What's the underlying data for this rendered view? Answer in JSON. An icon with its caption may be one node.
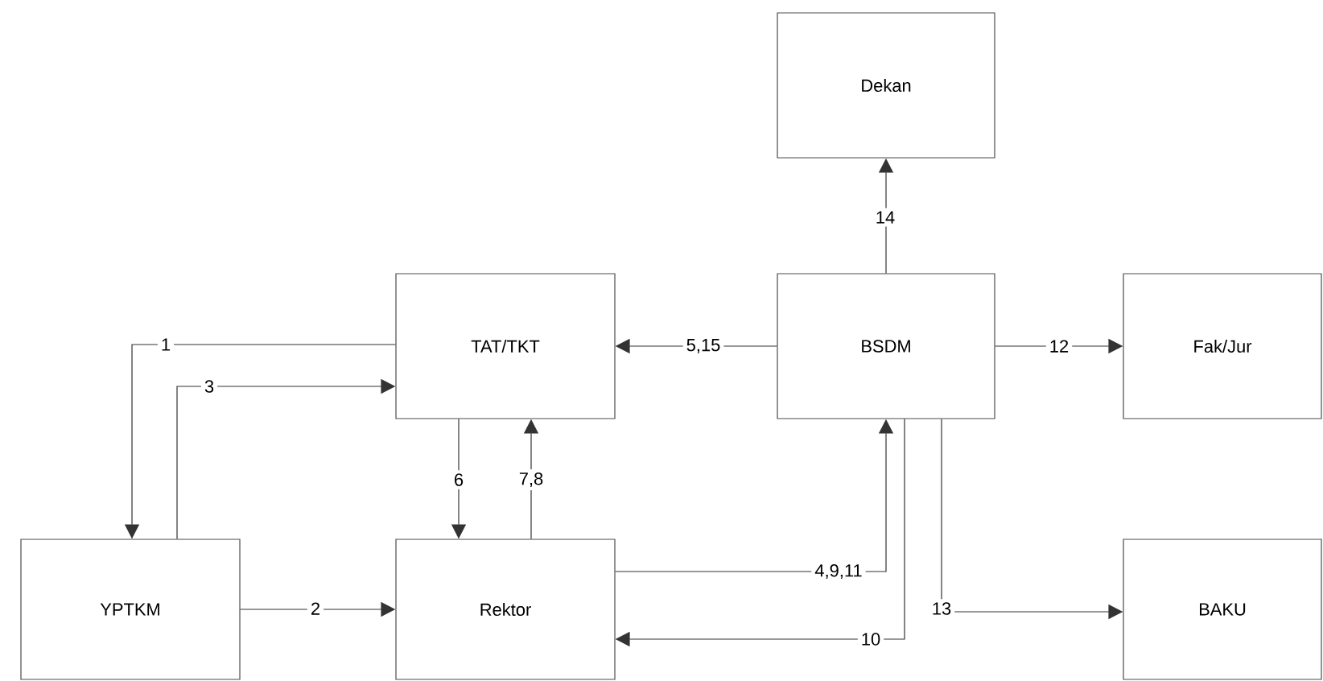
{
  "diagram": {
    "nodes": [
      {
        "text": [
          "Dekan"
        ]
      },
      {
        "text": [
          "TAT/TKT"
        ]
      },
      {
        "text": [
          "BSDM"
        ]
      },
      {
        "text": [
          "Fak/Jur"
        ]
      },
      {
        "text": [
          "YPTKM"
        ]
      },
      {
        "text": [
          "Rektor"
        ]
      },
      {
        "text": [
          "BAKU"
        ]
      }
    ],
    "edges": [
      {
        "from": 1,
        "to": 4,
        "arrow": "to",
        "label": "1"
      },
      {
        "from": 4,
        "to": 1,
        "arrow": "to",
        "label": "3"
      },
      {
        "from": 4,
        "to": 5,
        "arrow": "to",
        "label": "2"
      },
      {
        "from": 1,
        "to": 5,
        "arrow": "to",
        "label": "6"
      },
      {
        "from": 5,
        "to": 1,
        "arrow": "to",
        "label": "7,8"
      },
      {
        "from": 2,
        "to": 1,
        "arrow": "to",
        "label": "5,15"
      },
      {
        "from": 2,
        "to": 3,
        "arrow": "to",
        "label": "12"
      },
      {
        "from": 2,
        "to": 0,
        "arrow": "to",
        "label": "14"
      },
      {
        "from": 5,
        "to": 2,
        "arrow": "to",
        "label": "4,9,11"
      },
      {
        "from": 2,
        "to": 5,
        "arrow": "to",
        "label": "10"
      },
      {
        "from": 2,
        "to": 6,
        "arrow": "to",
        "label": "13"
      }
    ]
  }
}
